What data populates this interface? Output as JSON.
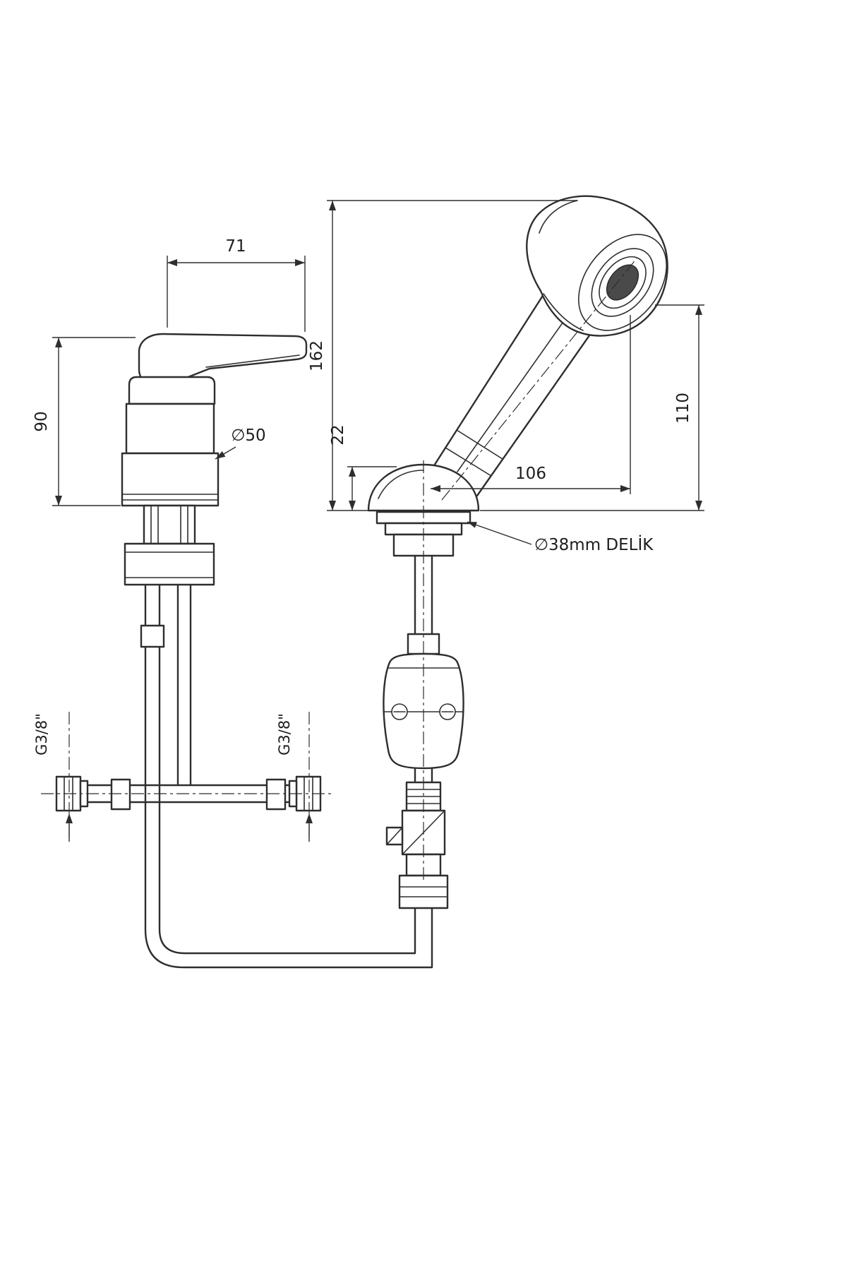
{
  "page": {
    "background": "#ffffff",
    "stroke_color": "#2e2e2e"
  },
  "drawing": {
    "dimensions": {
      "handle_width": "71",
      "faucet_body_height": "90",
      "body_diameter": "∅50",
      "shower_height": "162",
      "base_height": "22",
      "shower_reach": "106",
      "head_height": "110"
    },
    "annotations": {
      "hole_note": "∅38mm DELİK",
      "left_thread": "G3/8\"",
      "center_thread": "G3/8\""
    }
  }
}
